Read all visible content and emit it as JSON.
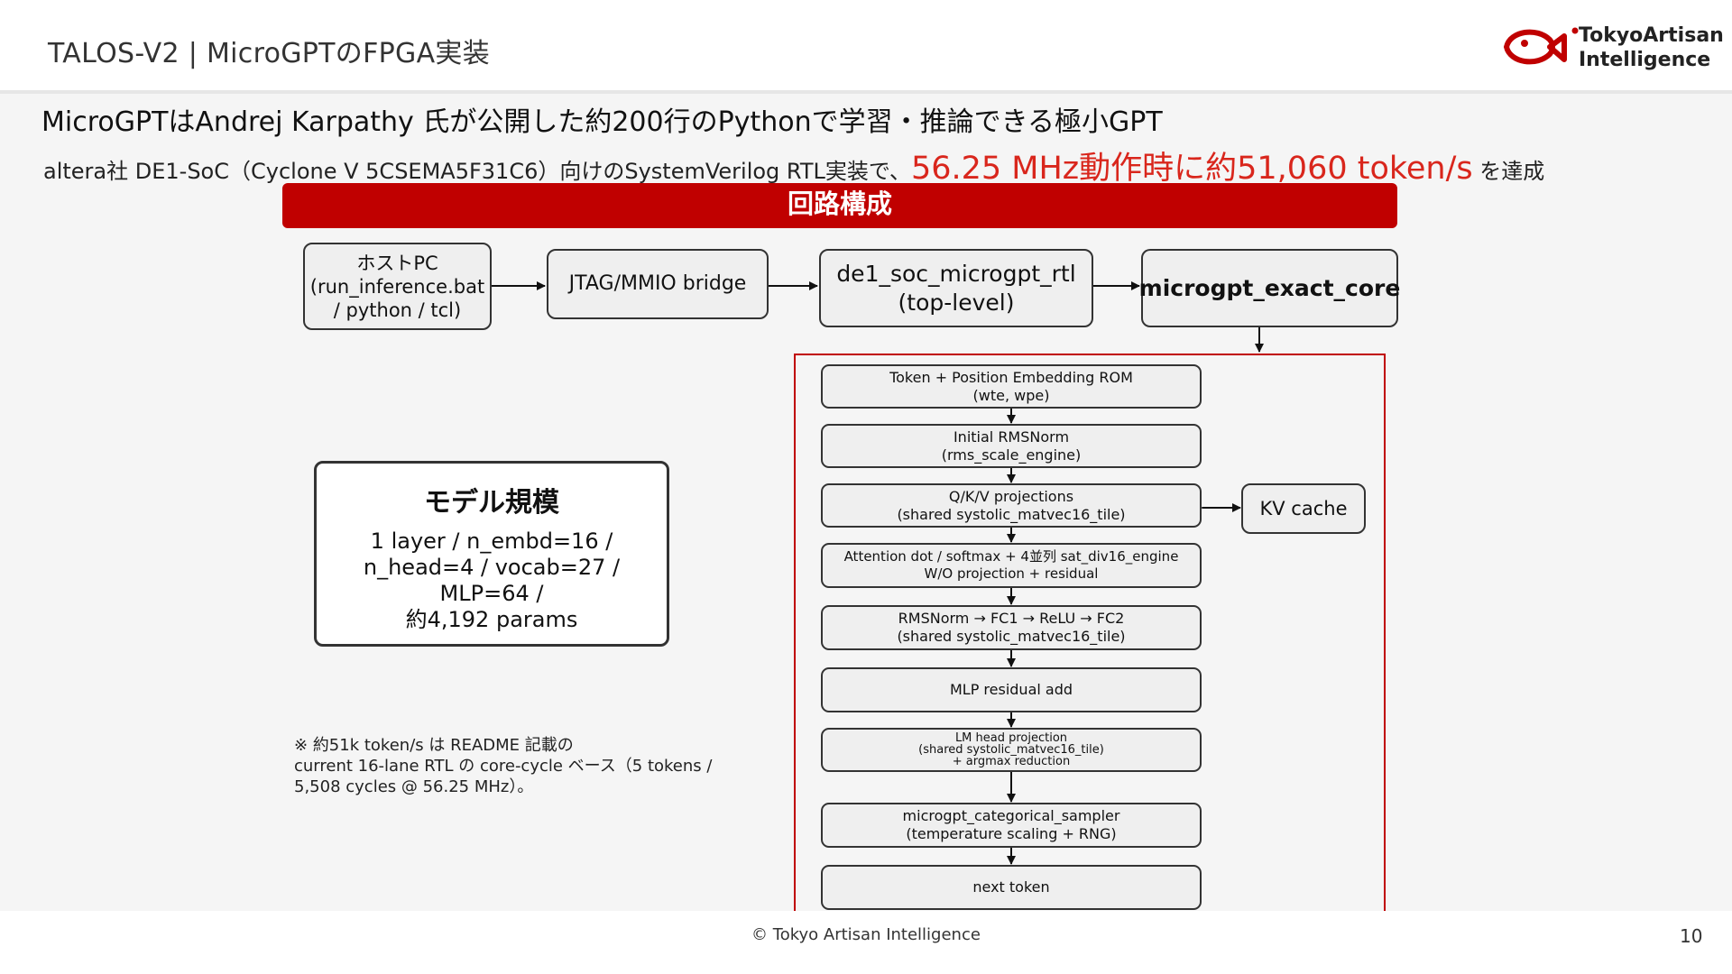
{
  "header": {
    "title": "TALOS-V2 | MicroGPTのFPGA実装",
    "logo_line1": "TokyoArtisan",
    "logo_line2": "Intelligence"
  },
  "intro": {
    "line1": "MicroGPTはAndrej Karpathy 氏が公開した約200行のPythonで学習・推論できる極小GPT",
    "line2_prefix": "altera社 DE1-SoC（Cyclone V 5CSEMA5F31C6）向けのSystemVerilog RTL実装で、",
    "line2_highlight": "56.25 MHz動作時に約51,060 token/s",
    "line2_suffix": " を達成"
  },
  "banner": {
    "label": "回路構成"
  },
  "top_flow": [
    "ホストPC\n(run_inference.bat\n/ python / tcl)",
    "JTAG/MMIO bridge",
    "de1_soc_microgpt_rtl\n(top-level)",
    "microgpt_exact_core"
  ],
  "core_flow": [
    "Token + Position Embedding ROM\n(wte, wpe)",
    "Initial RMSNorm\n(rms_scale_engine)",
    "Q/K/V projections\n(shared systolic_matvec16_tile)",
    "Attention dot / softmax + 4並列 sat_div16_engine\nW/O projection + residual",
    "RMSNorm → FC1 → ReLU → FC2\n(shared systolic_matvec16_tile)",
    "MLP residual add",
    "LM head projection\n(shared systolic_matvec16_tile)\n+ argmax reduction",
    "microgpt_categorical_sampler\n(temperature scaling + RNG)",
    "next token"
  ],
  "kv_cache": "KV cache",
  "model": {
    "title": "モデル規模",
    "body": "1 layer / n_embd=16 /\nn_head=4 / vocab=27 /\nMLP=64 /\n約4,192 params"
  },
  "note": "※ 約51k token/s は README 記載の\ncurrent 16-lane RTL の core-cycle ベース（5 tokens /\n5,508 cycles @ 56.25 MHz）。",
  "footer": {
    "copyright": "© Tokyo Artisan Intelligence",
    "page_number": "10"
  },
  "colors": {
    "accent_red": "#c00000",
    "highlight_red": "#d9261c",
    "box_fill": "#efefef"
  }
}
